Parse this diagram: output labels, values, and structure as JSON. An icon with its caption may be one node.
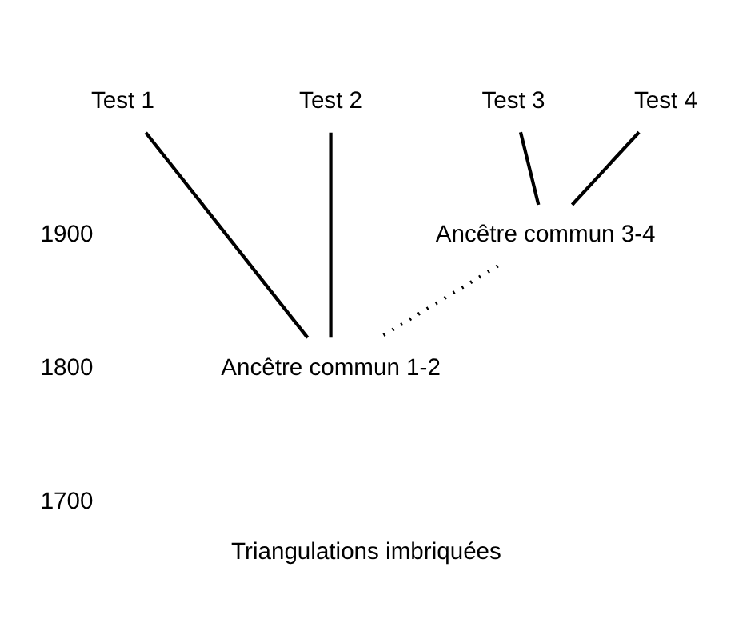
{
  "diagram": {
    "caption": "Triangulations imbriquées",
    "nodes": [
      {
        "text": [
          "Test 1"
        ]
      },
      {
        "text": [
          "Test 3"
        ]
      },
      {
        "text": [
          "Test 4"
        ]
      },
      {
        "text": [
          "Test 2"
        ]
      },
      {
        "text": [
          "Ancêtre commun 3-4"
        ]
      },
      {
        "text": [
          "Ancêtre commun 1-2"
        ]
      }
    ],
    "edges": [
      {
        "from": 0,
        "to": 5,
        "arrow": "none"
      },
      {
        "from": 3,
        "to": 5,
        "arrow": "none"
      },
      {
        "from": 1,
        "to": 4,
        "arrow": "none"
      },
      {
        "from": 2,
        "to": 4,
        "arrow": "none"
      },
      {
        "from": 4,
        "to": 5,
        "arrow": "none",
        "style": "dashed"
      }
    ],
    "labels": [
      "1900",
      "1800",
      "1700"
    ]
  }
}
